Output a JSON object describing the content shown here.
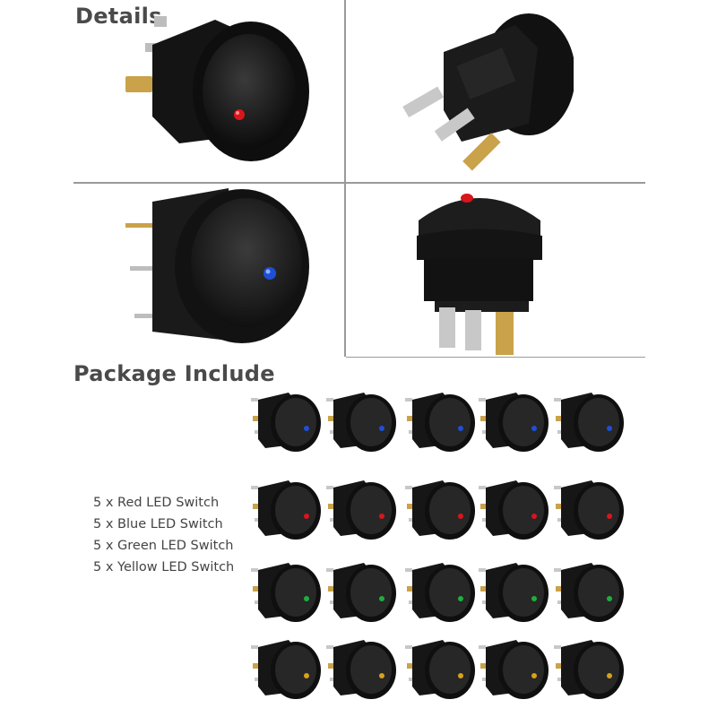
{
  "headings": {
    "details": "Details",
    "package": "Package Include"
  },
  "package_list": [
    "5 x Red LED Switch",
    "5 x Blue LED Switch",
    "5 x Green LED Switch",
    "5 x Yellow LED Switch"
  ],
  "colors": {
    "divider": "#9a9a9a",
    "switch_body": "#161616",
    "led_red": "#d8161c",
    "led_blue": "#1f4fd6",
    "led_green": "#1fae3f",
    "led_yellow": "#d7a21a",
    "terminal_brass": "#c9a24a",
    "terminal_silver": "#c8c8c8"
  },
  "detail_photos": [
    {
      "name": "switch-front-red-led-photo",
      "led": "led_red"
    },
    {
      "name": "switch-back-terminals-photo",
      "led": "none"
    },
    {
      "name": "switch-side-blue-led-photo",
      "led": "led_blue"
    },
    {
      "name": "switch-profile-red-led-photo",
      "led": "led_red"
    }
  ],
  "package_rows": [
    {
      "led": "led_blue",
      "count": 5
    },
    {
      "led": "led_red",
      "count": 5
    },
    {
      "led": "led_green",
      "count": 5
    },
    {
      "led": "led_yellow",
      "count": 5
    }
  ]
}
